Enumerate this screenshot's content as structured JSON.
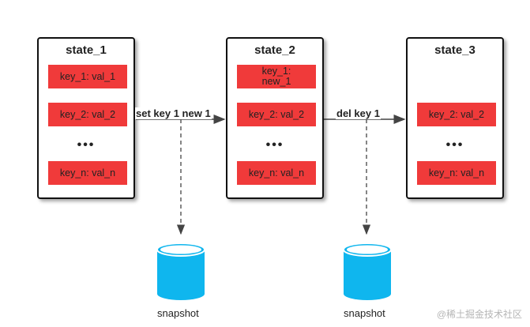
{
  "states": [
    {
      "title": "state_1",
      "items": [
        "key_1: val_1",
        "key_2: val_2",
        "key_n: val_n"
      ],
      "ellipsis": "•••"
    },
    {
      "title": "state_2",
      "items": [
        "key_1:\nnew_1",
        "key_2: val_2",
        "key_n: val_n"
      ],
      "ellipsis": "•••"
    },
    {
      "title": "state_3",
      "items": [
        "key_2: val_2",
        "key_n: val_n"
      ],
      "ellipsis": "•••"
    }
  ],
  "operations": [
    {
      "label": "set key 1 new 1"
    },
    {
      "label": "del key 1"
    }
  ],
  "snapshots": [
    {
      "label": "snapshot"
    },
    {
      "label": "snapshot"
    }
  ],
  "watermark": "@稀土掘金技术社区",
  "colors": {
    "key_box": "#f03a3a",
    "database": "#0fb6ee",
    "border": "#111111",
    "arrow": "#444444"
  }
}
